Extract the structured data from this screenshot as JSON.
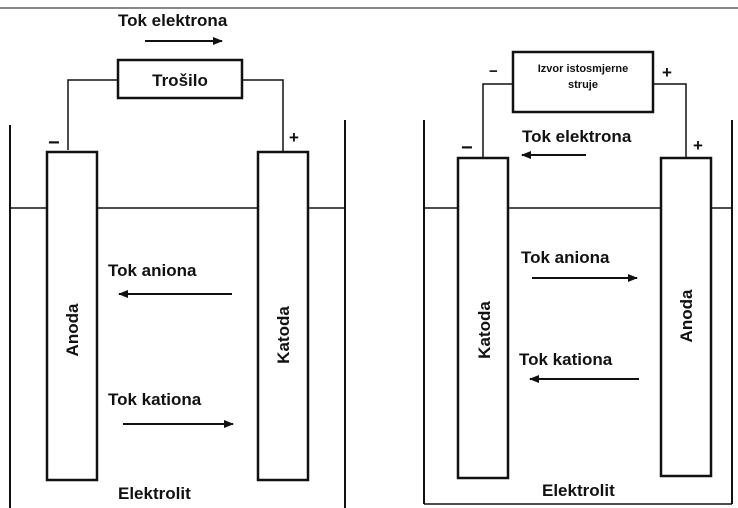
{
  "left_cell": {
    "electron_flow_label": "Tok elektrona",
    "load_label": "Trošilo",
    "minus_sign": "−",
    "plus_sign": "+",
    "left_electrode_label": "Anoda",
    "right_electrode_label": "Katoda",
    "anion_flow_label": "Tok aniona",
    "cation_flow_label": "Tok kationa",
    "electrolyte_label": "Elektrolit"
  },
  "right_cell": {
    "source_label_line1": "Izvor istosmjerne",
    "source_label_line2": "struje",
    "minus_sign": "−",
    "plus_sign": "+",
    "electron_flow_label": "Tok elektrona",
    "left_electrode_label": "Katoda",
    "right_electrode_label": "Anoda",
    "anion_flow_label": "Tok aniona",
    "cation_flow_label": "Tok kationa",
    "electrolyte_label": "Elektrolit"
  }
}
